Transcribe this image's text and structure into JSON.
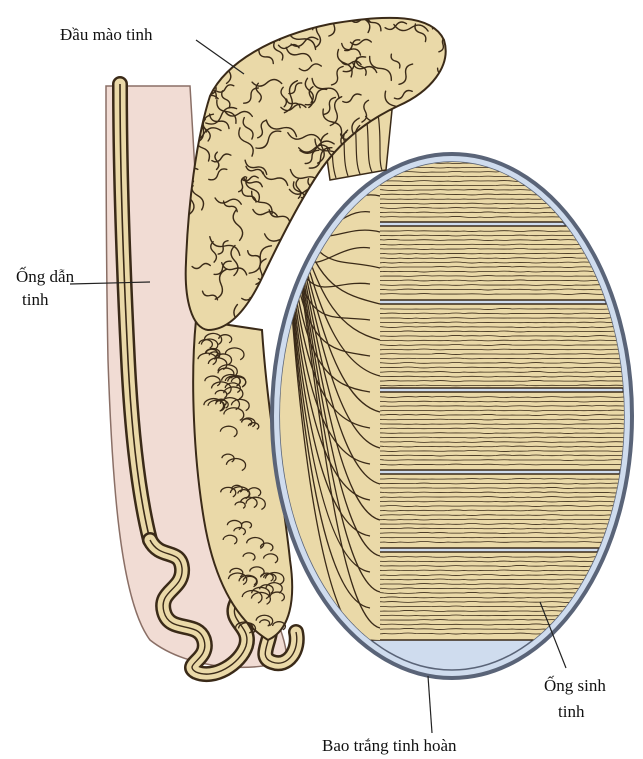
{
  "labels": {
    "epididymis_head": "Đầu mào tinh",
    "vas_deferens_line1": "Ống dẫn",
    "vas_deferens_line2": "tinh",
    "seminiferous_line1": "Ống sinh",
    "seminiferous_line2": "tinh",
    "tunica_albuginea": "Bao trắng tinh hoàn"
  },
  "colors": {
    "tubule_fill": "#ead9a8",
    "tubule_outline": "#3a2a18",
    "capsule_fill": "#cfdcee",
    "capsule_outline": "#5a6478",
    "sheath_fill": "#f1dcd4",
    "sheath_outline": "#8a6f66",
    "leader_line": "#222222"
  }
}
